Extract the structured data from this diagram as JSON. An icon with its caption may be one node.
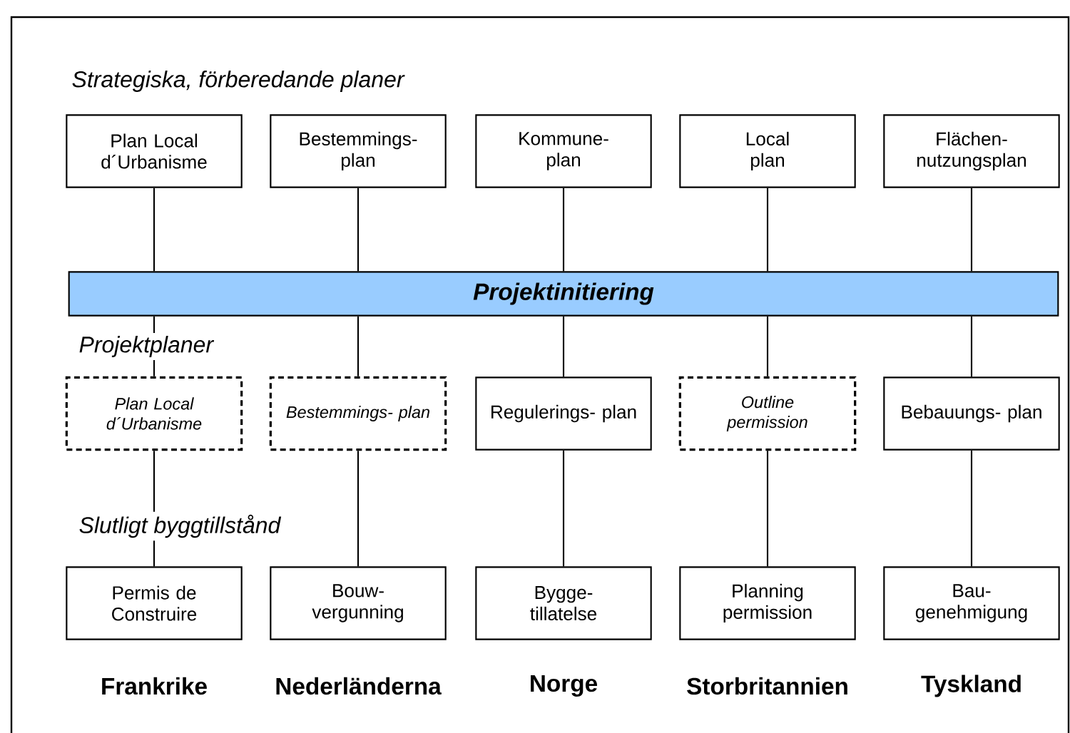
{
  "diagram": {
    "nodes": [
      {
        "text": [
          "Plan Local d´Urbanisme"
        ]
      },
      {
        "text": [
          "Bestemmings- plan"
        ]
      },
      {
        "text": [
          "Kommune- plan"
        ]
      },
      {
        "text": [
          "Local plan"
        ]
      },
      {
        "text": [
          "Flächen- nutzungsplan"
        ]
      },
      {
        "text": [
          "Projektinitiering"
        ]
      },
      {
        "text": [
          "Plan Local d´Urbanisme"
        ]
      },
      {
        "text": [
          "Bestemmings- plan"
        ]
      },
      {
        "text": [
          "Regulerings- plan"
        ]
      },
      {
        "text": [
          "Outline permission"
        ]
      },
      {
        "text": [
          "Bebauungs- plan"
        ]
      },
      {
        "text": [
          "Permis de Construire"
        ]
      },
      {
        "text": [
          "Bouw- vergunning"
        ]
      },
      {
        "text": [
          "Bygge- tillatelse"
        ]
      },
      {
        "text": [
          "Planning permission"
        ]
      },
      {
        "text": [
          "Bau- genehmigung"
        ]
      }
    ],
    "edges": [
      {
        "from": 0,
        "to": 5,
        "arrow": "none"
      },
      {
        "from": 1,
        "to": 5,
        "arrow": "none"
      },
      {
        "from": 2,
        "to": 5,
        "arrow": "none"
      },
      {
        "from": 3,
        "to": 5,
        "arrow": "none"
      },
      {
        "from": 4,
        "to": 5,
        "arrow": "none"
      },
      {
        "from": 5,
        "to": 6,
        "arrow": "none"
      },
      {
        "from": 5,
        "to": 7,
        "arrow": "none"
      },
      {
        "from": 5,
        "to": 8,
        "arrow": "none"
      },
      {
        "from": 5,
        "to": 9,
        "arrow": "none"
      },
      {
        "from": 5,
        "to": 10,
        "arrow": "none"
      },
      {
        "from": 6,
        "to": 11,
        "arrow": "none"
      },
      {
        "from": 7,
        "to": 12,
        "arrow": "none"
      },
      {
        "from": 8,
        "to": 13,
        "arrow": "none"
      },
      {
        "from": 9,
        "to": 14,
        "arrow": "none"
      },
      {
        "from": 10,
        "to": 15,
        "arrow": "none"
      }
    ],
    "labels": [
      "Strategiska, förberedande planer",
      "Projektplaner",
      "Slutligt byggtillstånd",
      "Frankrike",
      "Nederländerna",
      "Norge",
      "Storbritannien",
      "Tyskland"
    ]
  }
}
